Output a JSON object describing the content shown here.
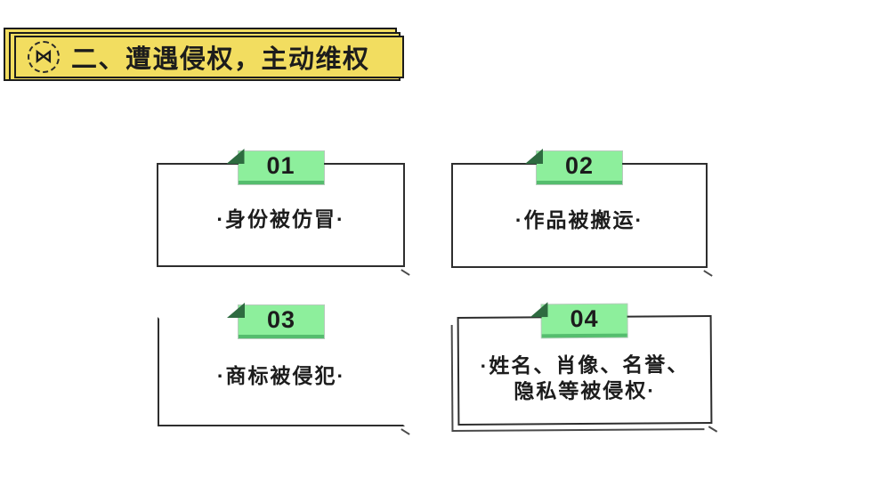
{
  "header": {
    "icon_glyph": "⋈",
    "title": "二、遭遇侵权，主动维权"
  },
  "cards": [
    {
      "number": "01",
      "lines": [
        "·身份被仿冒·"
      ]
    },
    {
      "number": "02",
      "lines": [
        "·作品被搬运·"
      ]
    },
    {
      "number": "03",
      "lines": [
        "·商标被侵犯·"
      ]
    },
    {
      "number": "04",
      "lines": [
        "·姓名、肖像、名誉、",
        "隐私等被侵权·"
      ]
    }
  ],
  "colors": {
    "yellow": "#F2DD60",
    "ink": "#1c1c1c",
    "green": "#8DEF9C",
    "green-edge": "#55BD6E",
    "fold": "#2E6B40",
    "card-border": "#2e2e2e",
    "shadow-line": "#4a4a4a"
  }
}
